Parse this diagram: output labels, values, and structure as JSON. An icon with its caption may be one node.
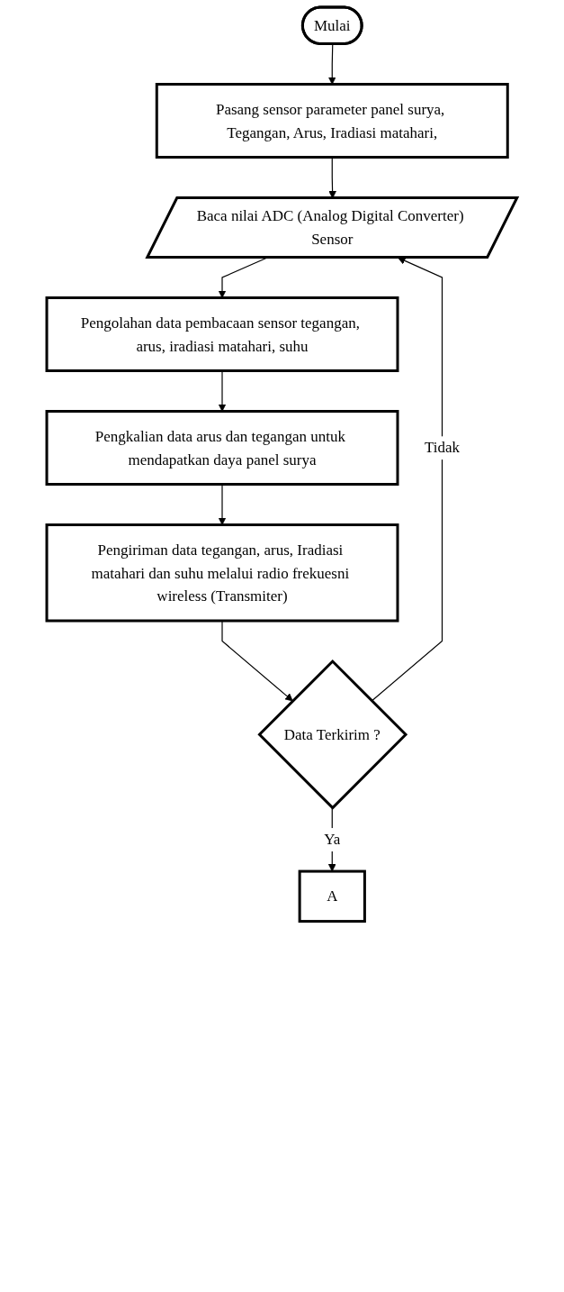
{
  "diagram": {
    "nodes": [
      {
        "text": [
          "Mulai"
        ]
      },
      {
        "text": [
          "Pasang sensor parameter panel surya, Tegangan, Arus, Iradiasi matahari,"
        ]
      },
      {
        "text": [
          "Baca nilai ADC (Analog Digital Converter) Sensor"
        ]
      },
      {
        "text": [
          "Pengolahan data pembacaan sensor tegangan, arus, iradiasi matahari, suhu"
        ]
      },
      {
        "text": [
          "Pengkalian data arus dan tegangan untuk mendapatkan daya panel surya"
        ]
      },
      {
        "text": [
          "Pengiriman data tegangan, arus, Iradiasi matahari dan suhu melalui radio frekuesni wireless (Transmiter)"
        ]
      },
      {
        "text": [
          "Data Terkirim ?"
        ]
      },
      {
        "text": [
          "A"
        ]
      }
    ],
    "edges": [
      {
        "from": 0,
        "to": 1,
        "arrow": "to"
      },
      {
        "from": 1,
        "to": 2,
        "arrow": "to"
      },
      {
        "from": 2,
        "to": 3,
        "arrow": "to"
      },
      {
        "from": 3,
        "to": 4,
        "arrow": "to"
      },
      {
        "from": 4,
        "to": 5,
        "arrow": "to"
      },
      {
        "from": 5,
        "to": 6,
        "arrow": "to"
      },
      {
        "from": 6,
        "to": 2,
        "label": "Tidak",
        "arrow": "to"
      },
      {
        "from": 6,
        "to": 7,
        "label": "Ya",
        "arrow": "to"
      }
    ]
  }
}
